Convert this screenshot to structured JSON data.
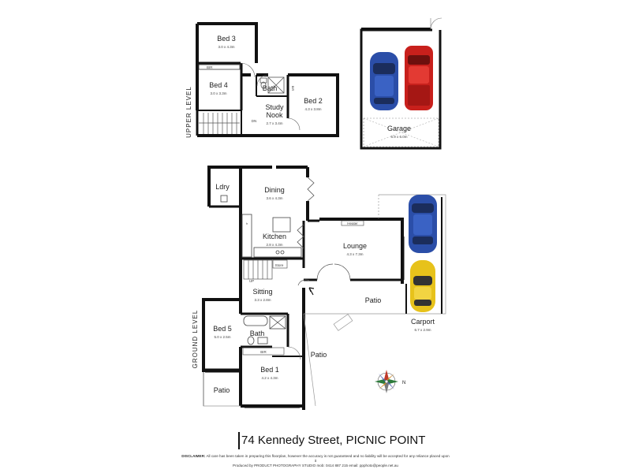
{
  "address": "74 Kennedy Street, PICNIC POINT",
  "disclaimer": {
    "label": "DISCLAIMER:",
    "text": "All care has been taken in preparing this floorplan, however the accuracy is not guaranteed and no liability will be accepted for any reliance placed upon it",
    "credit": "Produced by PRODUCT PHOTOGRAPHY STUDIO mob: 0414 887 215 email: ppphoto@people.net.au"
  },
  "levels": {
    "upper": "UPPER LEVEL",
    "ground": "GROUND LEVEL"
  },
  "rooms": {
    "bed3": {
      "name": "Bed 3",
      "dims": "3.0 x 4.3m"
    },
    "bed4": {
      "name": "Bed 4",
      "dims": "3.0 x 3.3m"
    },
    "bath_upper": {
      "name": "Bath"
    },
    "study": {
      "name1": "Study",
      "name2": "Nook",
      "dims": "2.7 x 3.4m"
    },
    "bed2": {
      "name": "Bed 2",
      "dims": "4.3 x 3.8m"
    },
    "garage": {
      "name": "Garage",
      "dims": "6.9 x 6.0m"
    },
    "ldry": {
      "name": "Ldry"
    },
    "dining": {
      "name": "Dining",
      "dims": "3.6 x 4.3m"
    },
    "kitchen": {
      "name": "Kitchen",
      "dims": "2.8 x 4.3m"
    },
    "lounge": {
      "name": "Lounge",
      "dims": "4.3 x 7.3m"
    },
    "sitting": {
      "name": "Sitting",
      "dims": "3.3 x 2.8m"
    },
    "patio_main": {
      "name": "Patio"
    },
    "carport": {
      "name": "Carport",
      "dims": "6.7 x 2.9m"
    },
    "bed5": {
      "name": "Bed 5",
      "dims": "5.0 x 2.5m"
    },
    "bath_ground": {
      "name": "Bath"
    },
    "bed1": {
      "name": "Bed 1",
      "dims": "4.2 x 4.3m"
    },
    "patio_side": {
      "name": "Patio"
    },
    "patio_small": {
      "name": "Patio"
    }
  },
  "labels": {
    "bir": "BIR",
    "dn": "DN",
    "up": "UP",
    "heater": "Heater",
    "store": "Store",
    "fr": "fr",
    "compass_n": "N"
  },
  "colors": {
    "wall": "#111111",
    "car_blue": "#2b4ea8",
    "car_red": "#c8201c",
    "car_yellow": "#e7c21b"
  }
}
